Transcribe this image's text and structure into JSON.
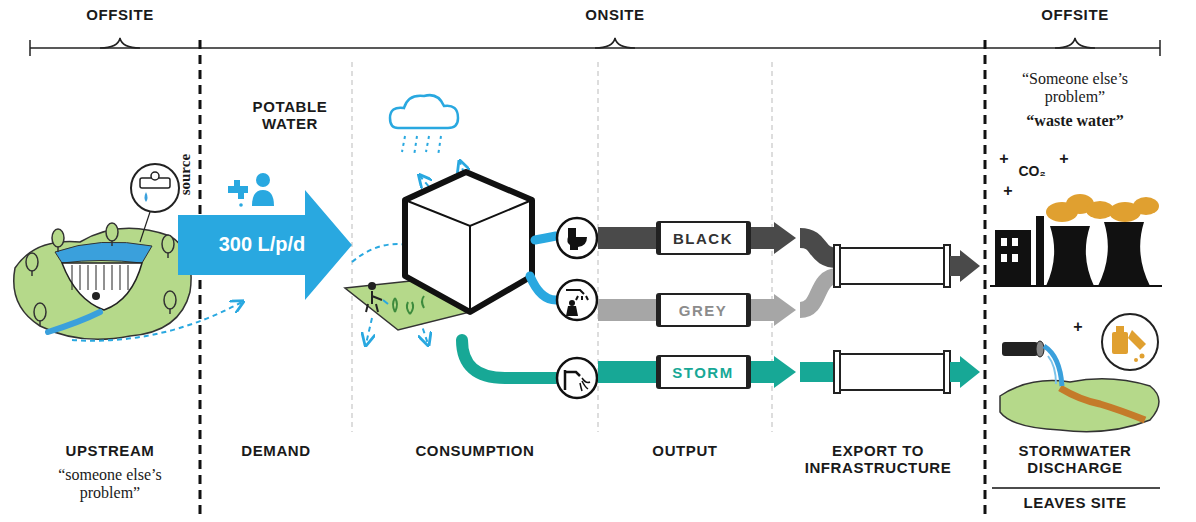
{
  "diagram": {
    "nodes": [
      {
        "text": [
          "BLACK"
        ]
      },
      {
        "text": [
          "GREY"
        ]
      },
      {
        "text": [
          "STORM"
        ]
      }
    ],
    "labels": [
      "OFFSITE",
      "ONSITE",
      "OFFSITE",
      "POTABLE WATER",
      "source",
      "300 L/p/d",
      "“Someone else’s problem”",
      "“waste water”",
      "CO₂",
      "+",
      "+",
      "+",
      "+",
      "UPSTREAM",
      "DEMAND",
      "CONSUMPTION",
      "OUTPUT",
      "EXPORT TO INFRASTRUCTURE",
      "STORMWATER DISCHARGE",
      "LEAVES SITE",
      "“someone else’s problem”"
    ]
  }
}
